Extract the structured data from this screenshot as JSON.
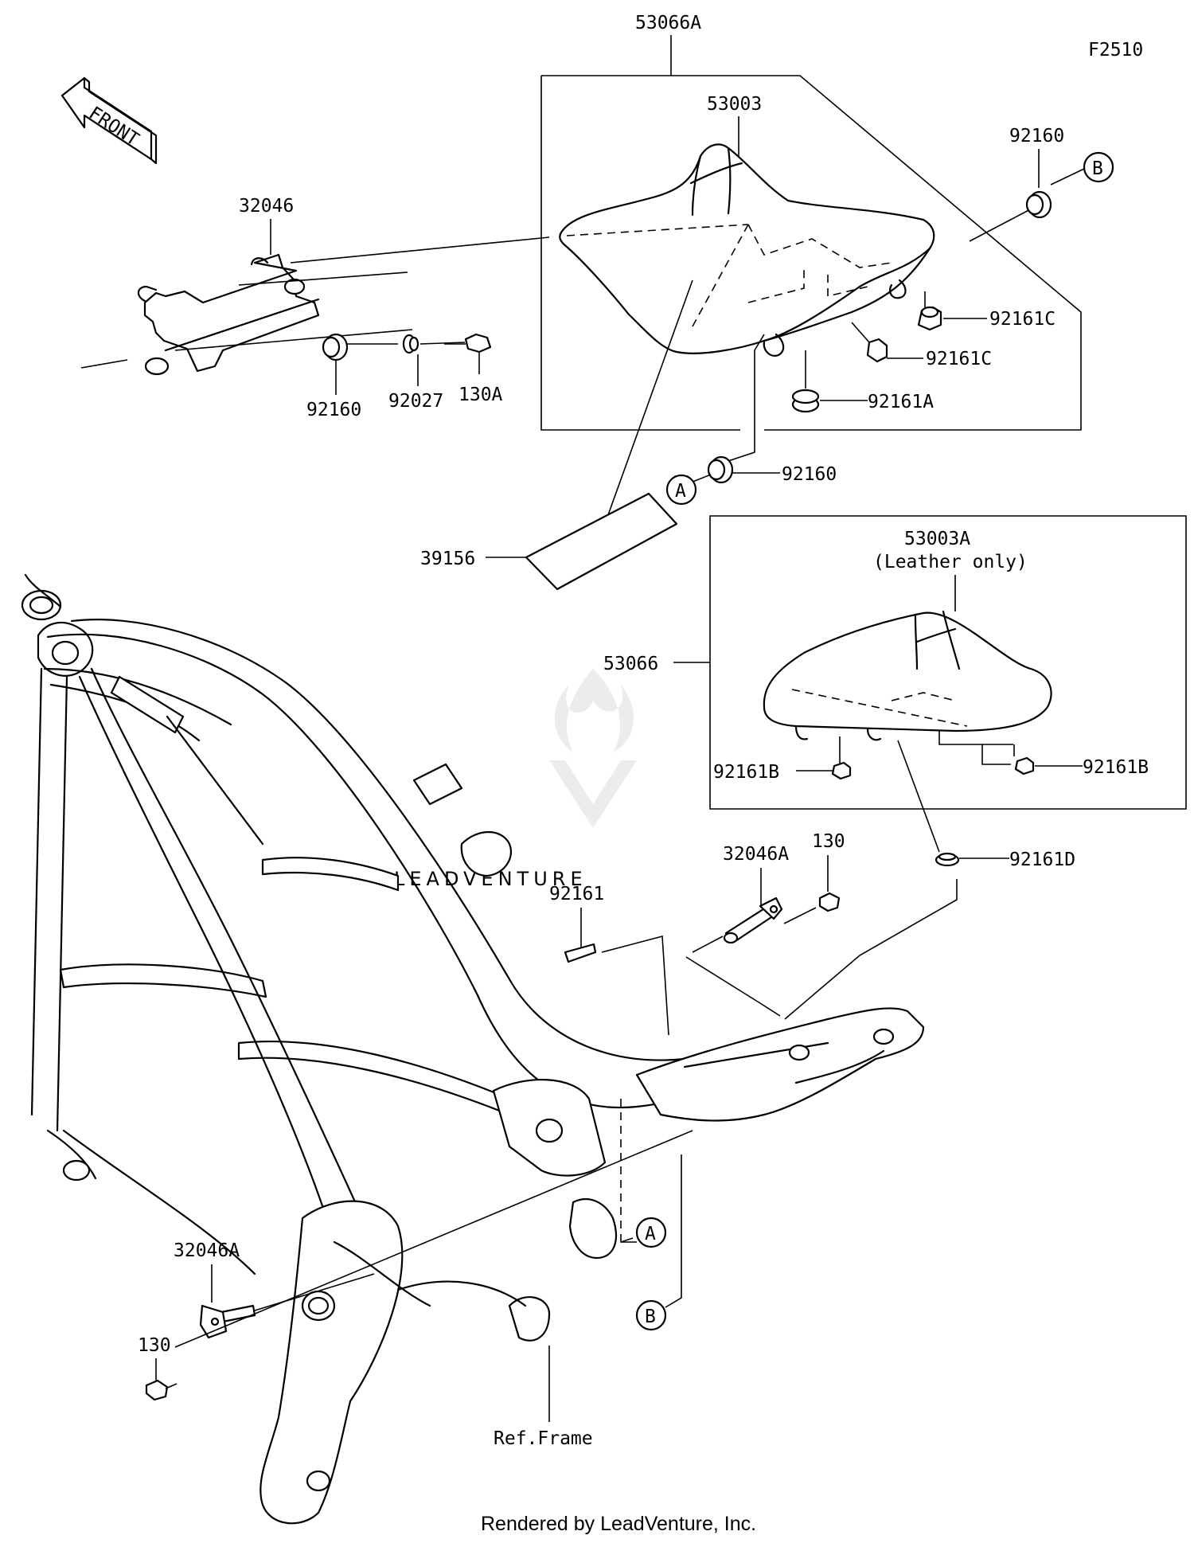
{
  "figure_code": "F2510",
  "front_label": "FRONT",
  "watermark": "LEADVENTURE",
  "footer": "Rendered by LeadVenture, Inc.",
  "ref_frame": "Ref.Frame",
  "callouts": {
    "a": "A",
    "b": "B"
  },
  "parts": {
    "seat_assy": "53066A",
    "seat": "53003",
    "damper_b_top": "92160",
    "damper_c_upper": "92161C",
    "damper_c_lower": "92161C",
    "damper_a": "92161A",
    "damper_a_callout": "92160",
    "bracket": "32046",
    "damper_left": "92160",
    "washer": "92027",
    "bolt_top": "130A",
    "sticker": "39156",
    "seat_cover_assy": "53066",
    "seat_cover": "53003A",
    "seat_cover_note": "(Leather only)",
    "damper_b_left": "92161B",
    "damper_b_right": "92161B",
    "damper_d": "92161D",
    "pin_right": "32046A",
    "bolt_right": "130",
    "damper_frame": "92161",
    "pin_left": "32046A",
    "bolt_left": "130"
  }
}
